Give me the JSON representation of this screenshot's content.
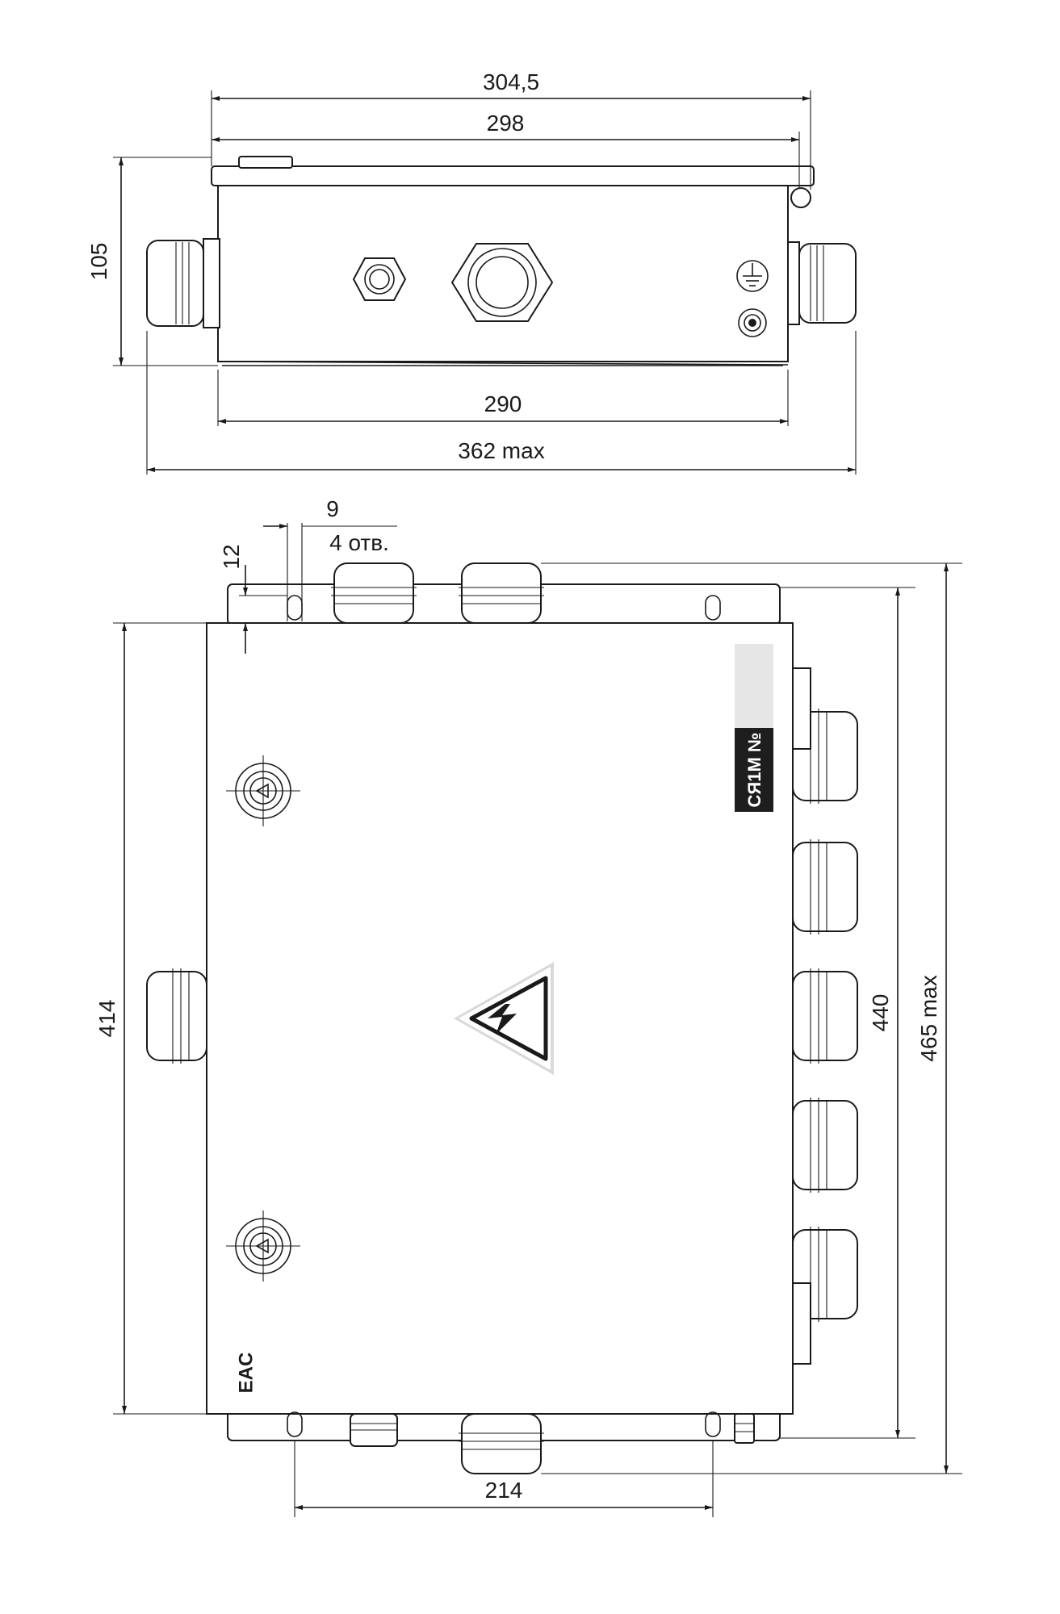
{
  "dimensions": {
    "top_overall": "304,5",
    "top_cover": "298",
    "height": "105",
    "body_width": "290",
    "max_width": "362 max",
    "hole_dia": "9",
    "hole_count": "4 отв.",
    "hole_offset": "12",
    "body_height": "414",
    "flange_height": "440",
    "max_height": "465 max",
    "hole_spacing": "214"
  },
  "label_plate": {
    "text": "СЯ1М №"
  },
  "marks": {
    "eac": "EAC"
  },
  "icons": [
    "ground-icon",
    "high-voltage-warning-icon"
  ]
}
